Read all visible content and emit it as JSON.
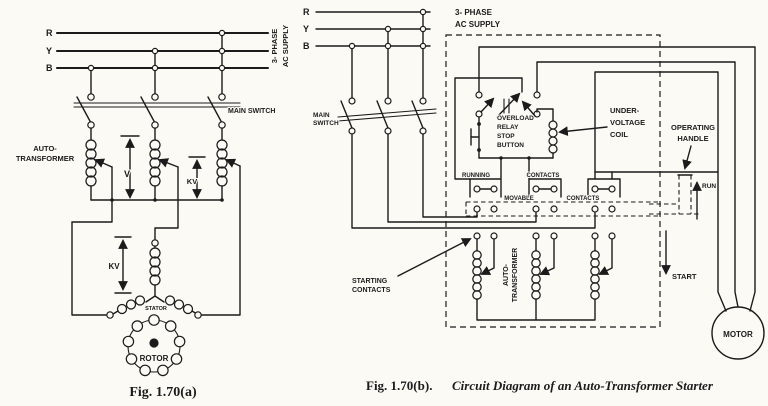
{
  "theme": {
    "paper": "#fbfaf5",
    "ink": "#1b1b1b"
  },
  "fig_a": {
    "phases": [
      "R",
      "Y",
      "B"
    ],
    "supply_label": [
      "3- PHASE",
      "AC SUPPLY"
    ],
    "main_switch": "MAIN SWITCH",
    "auto_transformer": [
      "AUTO-",
      "TRANSFORMER"
    ],
    "v_label": "V",
    "kv_upper": "KV",
    "kv_lower": "KV",
    "stator": "STATOR",
    "rotor": "ROTOR",
    "caption": "Fig. 1.70(a)"
  },
  "fig_b": {
    "phases": [
      "R",
      "Y",
      "B"
    ],
    "supply_label": [
      "3- PHASE",
      "AC SUPPLY"
    ],
    "main_switch": [
      "MAIN",
      "SWITCH"
    ],
    "overload": [
      "OVERLOAD",
      "RELAY",
      "STOP",
      "BUTTON"
    ],
    "under_voltage": [
      "UNDER-",
      "VOLTAGE",
      "COIL"
    ],
    "operating_handle": [
      "OPERATING",
      "HANDLE"
    ],
    "run": "RUN",
    "start": "START",
    "running_contacts": [
      "RUNNING",
      "CONTACTS"
    ],
    "movable_contacts": [
      "MOVABLE",
      "CONTACTS"
    ],
    "starting_contacts": [
      "STARTING",
      "CONTACTS"
    ],
    "auto_transformer": [
      "AUTO-",
      "TRANSFORMER"
    ],
    "motor": "MOTOR",
    "caption_fig": "Fig. 1.70(b).",
    "caption_title": "Circuit Diagram of an Auto-Transformer Starter"
  }
}
